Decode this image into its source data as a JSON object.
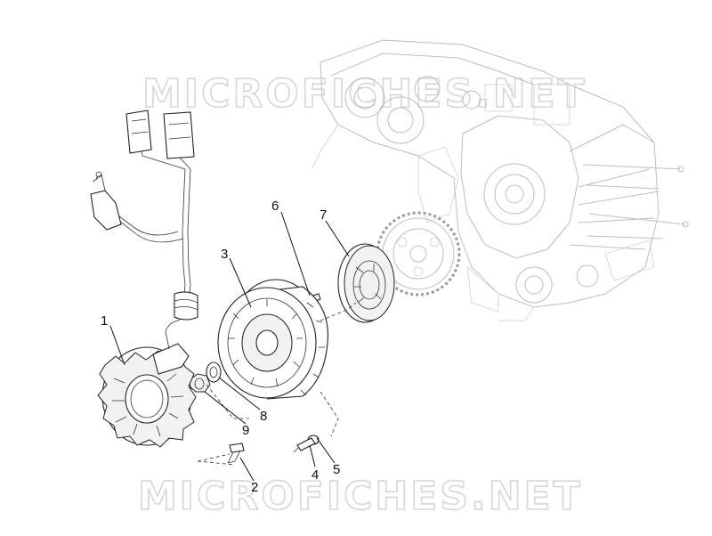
{
  "watermark": {
    "top": "MICROFICHES.NET",
    "bottom": "MICROFICHES.NET"
  },
  "callouts": [
    {
      "label": "1"
    },
    {
      "label": "2"
    },
    {
      "label": "3"
    },
    {
      "label": "4"
    },
    {
      "label": "5"
    },
    {
      "label": "6"
    },
    {
      "label": "7"
    },
    {
      "label": "8"
    },
    {
      "label": "9"
    }
  ]
}
